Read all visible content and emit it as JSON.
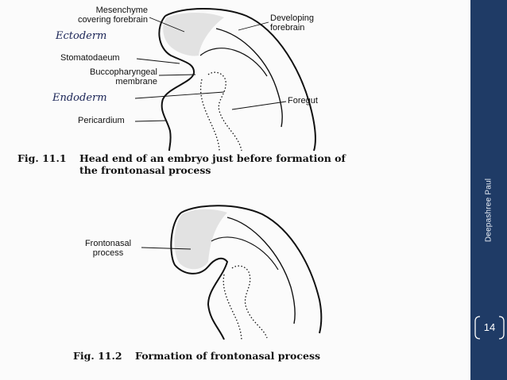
{
  "figure1": {
    "labels": {
      "mesenchyme": "Mesenchyme\ncovering forebrain",
      "developing_forebrain": "Developing\nforebrain",
      "ectoderm": "Ectoderm",
      "stomatodaeum": "Stomatodaeum",
      "buccopharyngeal": "Buccopharyngeal\nmembrane",
      "endoderm": "Endoderm",
      "foregut": "Foregut",
      "pericardium": "Pericardium"
    },
    "caption_number": "Fig. 11.1",
    "caption_text_line1": "Head end of an embryo just before formation of",
    "caption_text_line2": "the frontonasal process"
  },
  "figure2": {
    "labels": {
      "frontonasal": "Frontonasal\nprocess"
    },
    "caption_number": "Fig. 11.2",
    "caption_text": "Formation of frontonasal process"
  },
  "sidebar": {
    "author": "Deepashree Paul",
    "page_number": "14"
  },
  "colors": {
    "sidebar": "#1f3b66",
    "handwriting": "#1a2456"
  }
}
